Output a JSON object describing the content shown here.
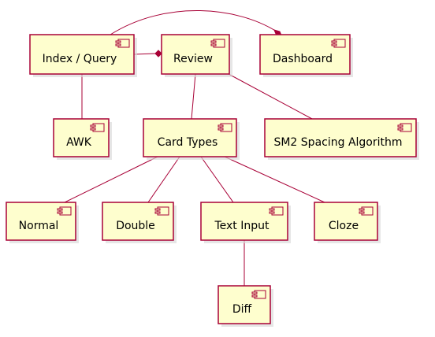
{
  "diagram": {
    "type": "component",
    "colors": {
      "box_fill": "#FEFECE",
      "box_border": "#A80036",
      "edge": "#A80036",
      "text": "#000000",
      "shadow": "#d8d8d8"
    },
    "nodes": [
      {
        "id": "index_query",
        "label": "Index / Query"
      },
      {
        "id": "review",
        "label": "Review"
      },
      {
        "id": "dashboard",
        "label": "Dashboard"
      },
      {
        "id": "awk",
        "label": "AWK"
      },
      {
        "id": "card_types",
        "label": "Card Types"
      },
      {
        "id": "sm2",
        "label": "SM2 Spacing Algorithm"
      },
      {
        "id": "normal",
        "label": "Normal"
      },
      {
        "id": "double",
        "label": "Double"
      },
      {
        "id": "text_input",
        "label": "Text Input"
      },
      {
        "id": "cloze",
        "label": "Cloze"
      },
      {
        "id": "diff",
        "label": "Diff"
      }
    ],
    "edges": [
      {
        "from": "index_query",
        "to": "review",
        "style": "composition",
        "diamond_at": "review"
      },
      {
        "from": "index_query",
        "to": "dashboard",
        "style": "composition",
        "diamond_at": "dashboard"
      },
      {
        "from": "index_query",
        "to": "awk",
        "style": "line"
      },
      {
        "from": "review",
        "to": "card_types",
        "style": "line"
      },
      {
        "from": "review",
        "to": "sm2",
        "style": "line"
      },
      {
        "from": "card_types",
        "to": "normal",
        "style": "line"
      },
      {
        "from": "card_types",
        "to": "double",
        "style": "line"
      },
      {
        "from": "card_types",
        "to": "text_input",
        "style": "line"
      },
      {
        "from": "card_types",
        "to": "cloze",
        "style": "line"
      },
      {
        "from": "text_input",
        "to": "diff",
        "style": "line"
      }
    ]
  }
}
